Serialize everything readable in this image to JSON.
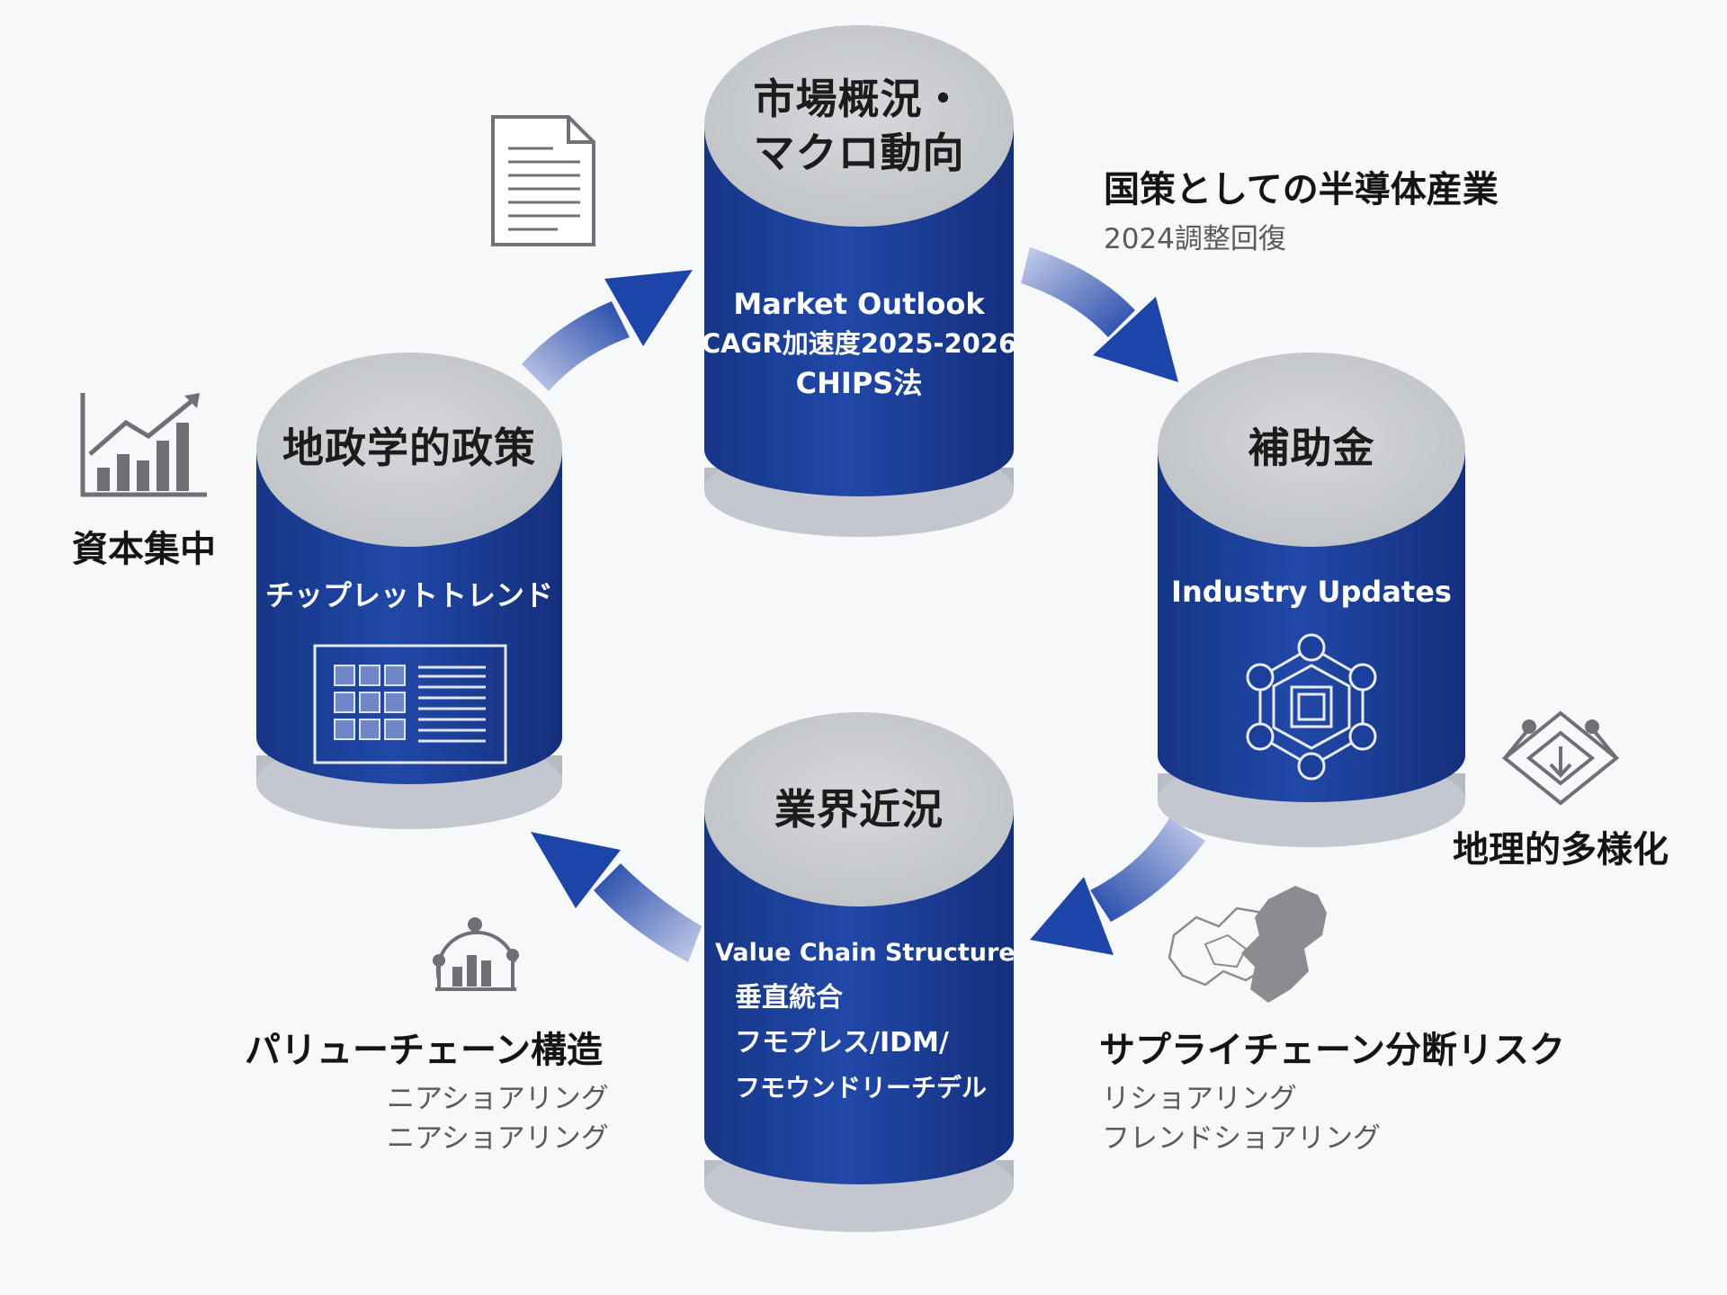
{
  "colors": {
    "cylinder_blue": "#1b3f9b",
    "cylinder_top": "#c9cbcf",
    "cylinder_base": "#cfd2d8",
    "arrow_blue": "#1d44a8",
    "icon_gray": "#6e7076"
  },
  "cylinders": {
    "top": {
      "title_line1": "市場概況・",
      "title_line2": "マクロ動向",
      "lines": [
        "Market Outlook",
        "CAGR加速度2025-2026",
        "CHIPS法"
      ]
    },
    "left": {
      "title": "地政学的政策",
      "subtitle": "チップレットトレンド"
    },
    "right": {
      "title": "補助金",
      "subtitle": "Industry Updates"
    },
    "bottom": {
      "title": "業界近況",
      "lines": [
        "Value Chain Structure",
        "垂直統合",
        "フモプレス/IDM/",
        "フモウンドリーチデル"
      ]
    }
  },
  "labels": {
    "top_right": {
      "heading": "国策としての半導体産業",
      "sub": "2024調整回復"
    },
    "left": {
      "heading": "資本集中"
    },
    "right": {
      "heading": "地理的多様化"
    },
    "bottom_left": {
      "heading": "パリューチェーン構造",
      "sub": [
        "ニアショアリング",
        "ニアショアリング"
      ]
    },
    "bottom_right": {
      "heading": "サプライチェーン分断リスク",
      "sub": [
        "リショアリング",
        "フレンドショアリング"
      ]
    }
  },
  "icons": {
    "document": "document-icon",
    "chart": "bar-chart-growth-icon",
    "grid": "table-grid-icon",
    "network": "chip-network-icon",
    "diversify": "diversify-diamond-icon",
    "map": "map-regions-icon",
    "bar_arc": "bar-chart-arc-icon"
  }
}
